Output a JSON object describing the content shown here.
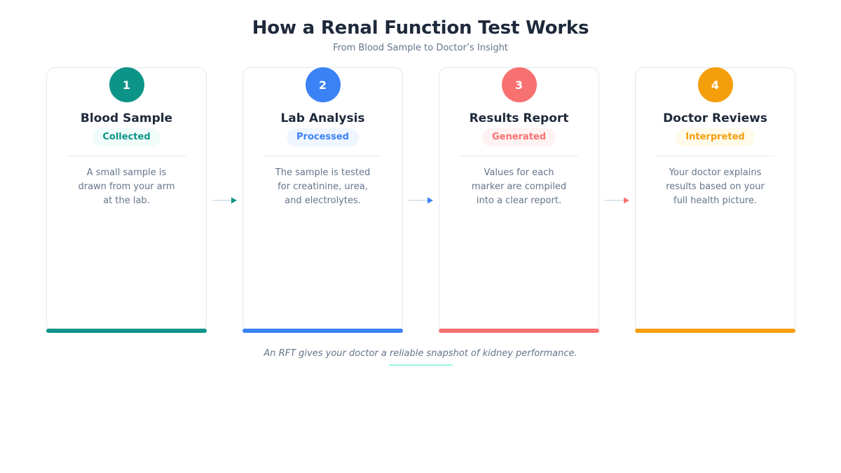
{
  "title": "How a Renal Function Test Works",
  "subtitle": "From Blood Sample to Doctor’s Insight",
  "steps": [
    {
      "number": "1",
      "title": "Blood Sample",
      "badge": "Collected",
      "description": "A small sample is drawn from your arm at the lab.",
      "color": "#0d9488",
      "badge_bg": "#f0fdfa",
      "badge_color": "#0d9488"
    },
    {
      "number": "2",
      "title": "Lab Analysis",
      "badge": "Processed",
      "description": "The sample is tested for creatinine, urea, and electrolytes.",
      "color": "#3b82f6",
      "badge_bg": "#eff6ff",
      "badge_color": "#3b82f6"
    },
    {
      "number": "3",
      "title": "Results Report",
      "badge": "Generated",
      "description": "Values for each marker are compiled into a clear report.",
      "color": "#f87171",
      "badge_bg": "#fef2f2",
      "badge_color": "#f87171"
    },
    {
      "number": "4",
      "title": "Doctor Reviews",
      "badge": "Interpreted",
      "description": "Your doctor explains results based on your full health picture.",
      "color": "#f59e0b",
      "badge_bg": "#fffbeb",
      "badge_color": "#f59e0b"
    }
  ],
  "footer": "An RFT gives your doctor a reliable snapshot of kidney performance."
}
